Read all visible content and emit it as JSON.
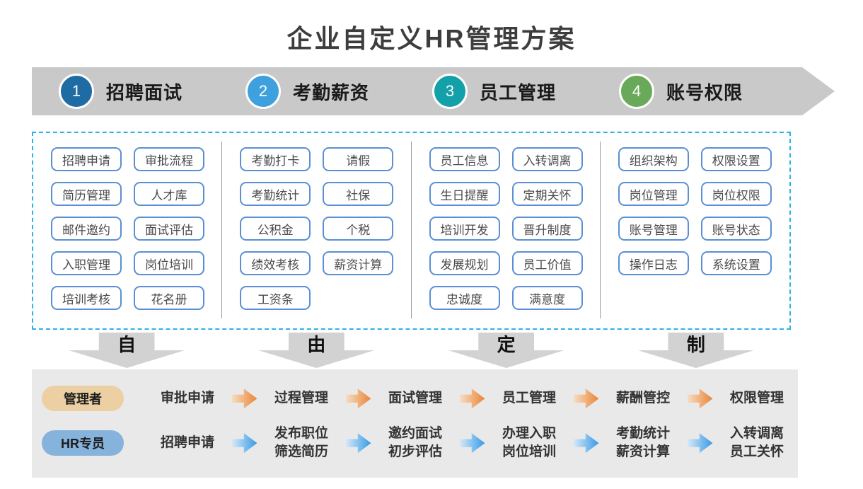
{
  "title": "企业自定义HR管理方案",
  "colors": {
    "banner_bg": "#c9c9c9",
    "dashed_border": "#2bb2e8",
    "tag_border": "#5b8fd5",
    "down_arrow": "#d2d2d2",
    "footer_bg": "#e9e9e9",
    "divider": "#9a9a9a"
  },
  "banner": {
    "stages": [
      {
        "num": "1",
        "label": "招聘面试",
        "color": "#1e6ca3"
      },
      {
        "num": "2",
        "label": "考勤薪资",
        "color": "#3ea0dc"
      },
      {
        "num": "3",
        "label": "员工管理",
        "color": "#13a0a9"
      },
      {
        "num": "4",
        "label": "账号权限",
        "color": "#69aa5a"
      }
    ]
  },
  "modules": {
    "columns": [
      {
        "items": [
          "招聘申请",
          "审批流程",
          "简历管理",
          "人才库",
          "邮件邀约",
          "面试评估",
          "入职管理",
          "岗位培训",
          "培训考核",
          "花名册"
        ]
      },
      {
        "items": [
          "考勤打卡",
          "请假",
          "考勤统计",
          "社保",
          "公积金",
          "个税",
          "绩效考核",
          "薪资计算",
          "工资条"
        ]
      },
      {
        "items": [
          "员工信息",
          "入转调离",
          "生日提醒",
          "定期关怀",
          "培训开发",
          "晋升制度",
          "发展规划",
          "员工价值",
          "忠诚度",
          "满意度"
        ]
      },
      {
        "items": [
          "组织架构",
          "权限设置",
          "岗位管理",
          "岗位权限",
          "账号管理",
          "账号状态",
          "操作日志",
          "系统设置"
        ]
      }
    ]
  },
  "connectors": [
    "自",
    "由",
    "定",
    "制"
  ],
  "flows": [
    {
      "role": "管理者",
      "role_bg": "#ecd0a4",
      "arrow_from": "#f6ddc2",
      "arrow_to": "#ea8335",
      "steps": [
        "审批申请",
        "过程管理",
        "面试管理",
        "员工管理",
        "薪酬管控",
        "权限管理"
      ]
    },
    {
      "role": "HR专员",
      "role_bg": "#85b3db",
      "arrow_from": "#d6e8f8",
      "arrow_to": "#3399e6",
      "steps": [
        "招聘申请",
        "发布职位\n筛选简历",
        "邀约面试\n初步评估",
        "办理入职\n岗位培训",
        "考勤统计\n薪资计算",
        "入转调离\n员工关怀"
      ]
    }
  ]
}
